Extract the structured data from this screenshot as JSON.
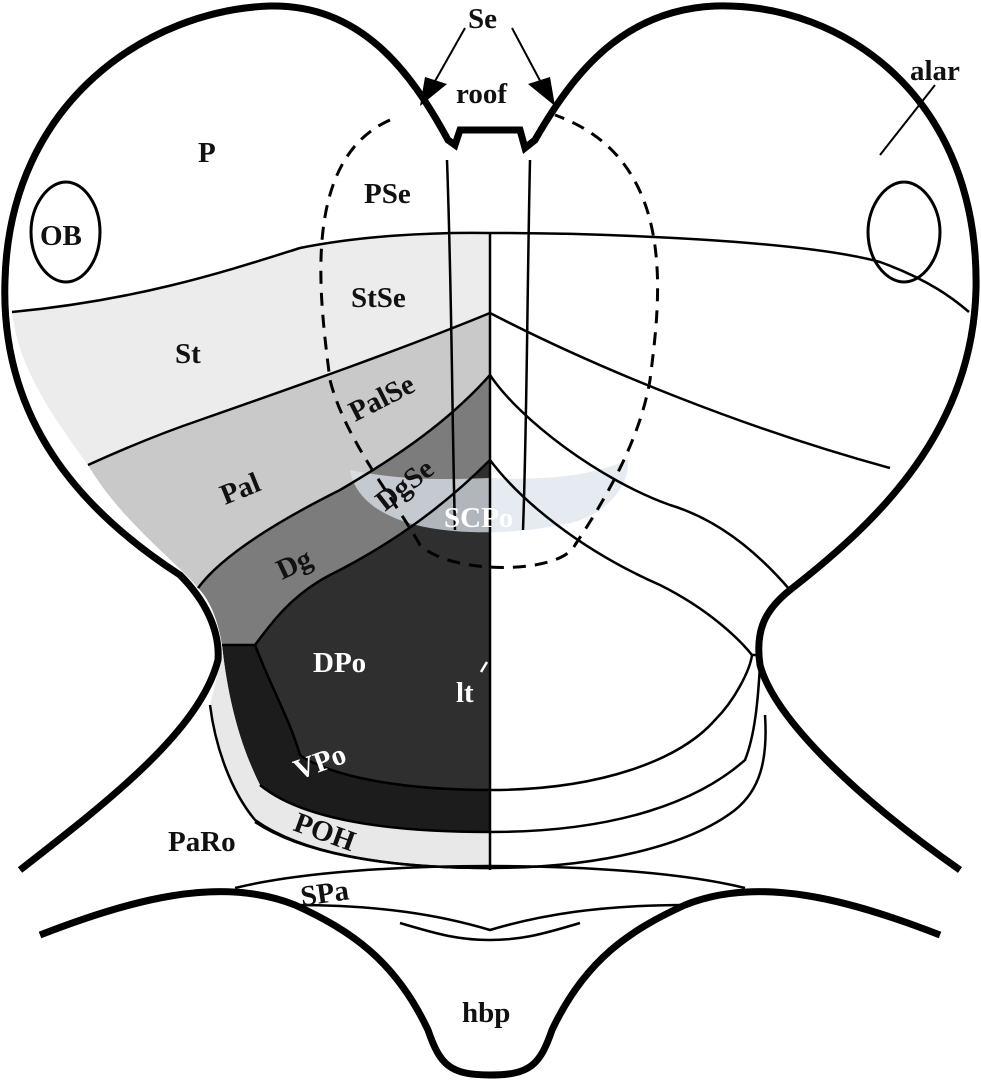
{
  "diagram": {
    "labels": {
      "se": "Se",
      "roof": "roof",
      "alar": "alar",
      "p": "P",
      "pse": "PSe",
      "ob": "OB",
      "st": "St",
      "stse": "StSe",
      "palse": "PalSe",
      "pal": "Pal",
      "dgse": "DgSe",
      "scpo": "SCPo",
      "dg": "Dg",
      "dpo": "DPo",
      "lt": "lt",
      "vpo": "VPo",
      "poh": "POH",
      "paro": "PaRo",
      "spa": "SPa",
      "hbp": "hbp"
    },
    "colors": {
      "outline": "#000000",
      "st_fill": "#ececec",
      "pal_fill": "#c9c9c9",
      "dg_fill": "#7c7c7c",
      "dpo_fill": "#2f2f2f",
      "vpo_fill": "#1c1c1c",
      "poh_fill": "#e8e8e8",
      "scpo_highlight": "#dde4ee"
    }
  }
}
